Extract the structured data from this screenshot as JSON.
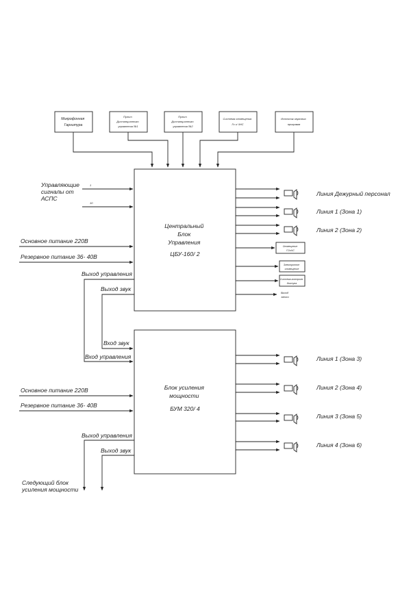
{
  "top_sources": [
    [
      "Микрофонная",
      "Гарнитура"
    ],
    [
      "Пульт",
      "Дистанционного",
      "управления №1"
    ],
    [
      "Пульт",
      "Дистанционного",
      "управления №2"
    ],
    [
      "Система оповещения",
      "Го и ЧНС"
    ],
    [
      "Источник звуковых",
      "программ"
    ]
  ],
  "central_unit": {
    "lines": [
      "Центральный",
      "Блок",
      "Управления"
    ],
    "model": "ЦБУ-160/ 2"
  },
  "amplifier_unit": {
    "lines": [
      "Блок усиления",
      "мощности"
    ],
    "model": "БУМ 320/ 4"
  },
  "left_inputs": {
    "apps_lines": [
      "Управляющие",
      "сигналы от",
      "АСПС"
    ],
    "signal_1": "1",
    "signal_10": "10",
    "main_power": "Основное питание 220В",
    "reserve_power": "Резервное питание 36- 40В",
    "control_out": "Выход управления",
    "sound_out": "Выход звук",
    "sound_in": "Вход звук",
    "control_in": "Вход управления",
    "main_power_2": "Основное питание 220В",
    "reserve_power_2": "Резервное питание 36- 40В",
    "control_out_2": "Выход управления",
    "sound_out_2": "Выход звук",
    "next_block": [
      "Следующий блок",
      "усиления мощности"
    ]
  },
  "central_lines": [
    "Линия Дежурный персонал",
    "Линия 1 (Зона 1)",
    "Линия 2 (Зона 2)"
  ],
  "central_small": [
    [
      "Оповещение",
      "ГОиЧС"
    ],
    [
      "Электронное",
      "оповещение"
    ],
    [
      "Система контроля",
      "доступа"
    ]
  ],
  "central_small_out": [
    "Выход",
    "записи"
  ],
  "amp_lines": [
    "Линия 1 (Зона 3)",
    "Линия 2 (Зона 4)",
    "Линия 3 (Зона 5)",
    "Линия 4 (Зона 6)"
  ]
}
